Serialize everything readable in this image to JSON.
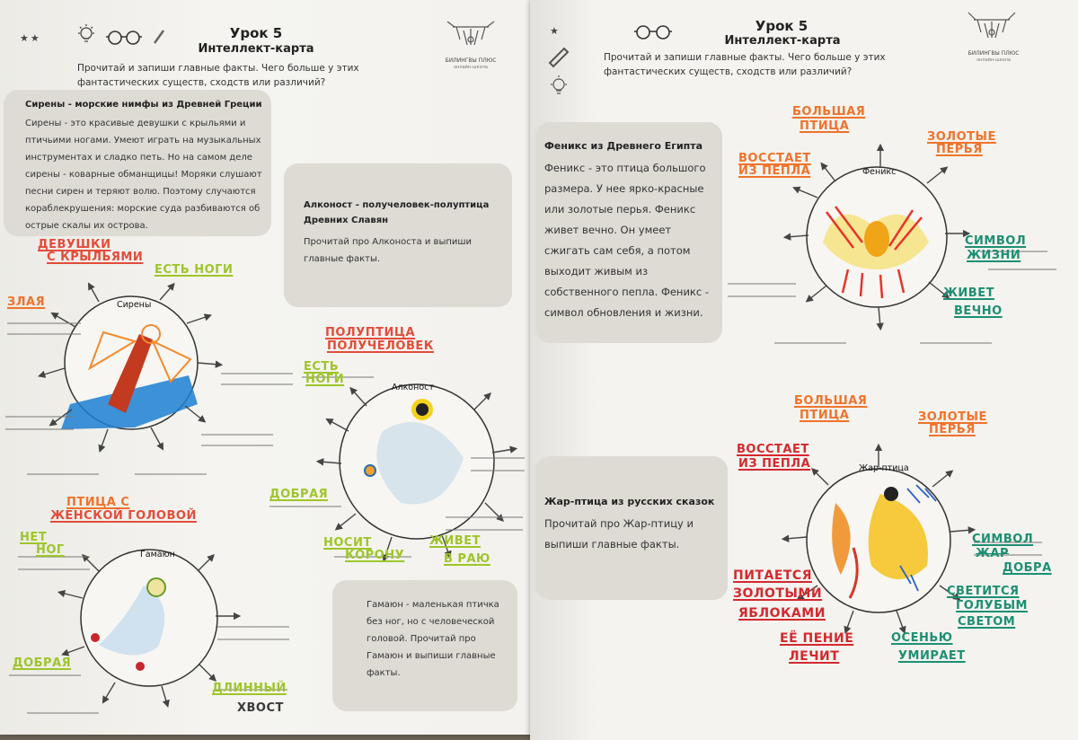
{
  "left": {
    "lesson": "Урок 5",
    "subtitle": "Интеллект-карта",
    "instructions": "Прочитай и запиши главные факты. Чего больше у этих фантастических существ, сходств или различий?",
    "stars": "★★",
    "logo_caption": "БИЛИНГВЫ ПЛЮС",
    "logo_sub": "онлайн-школа",
    "sirens_box": {
      "title": "Сирены - морские нимфы из Древней Греции",
      "text": "Сирены - это красивые девушки с крыльями и птичьими ногами. Умеют играть на музыкальных инструментах и сладко петь. Но на самом деле сирены - коварные обманщицы! Моряки слушают песни сирен и теряют волю. Поэтому случаются кораблекрушения: морские суда разбиваются об острые скалы их острова."
    },
    "alkonost_box": {
      "title": "Алконост - получеловек-полуптица Древних Славян",
      "text": "Прочитай про Алконоста и выпиши главные факты."
    },
    "gamayun_box": {
      "text": "Гамаюн - маленькая птичка без ног, но с человеческой головой. Прочитай про Гамаюн и выпиши главные факты."
    },
    "centers": {
      "sirens": "Сирены",
      "alkonost": "Алконост",
      "gamayun": "Гамаюн"
    },
    "notes": {
      "s1": "Девушки",
      "s2": "с крыльями",
      "s3": "есть ноги",
      "s4": "злая",
      "a1": "полуптица",
      "a2": "получеловек",
      "a3": "есть",
      "a4": "ноги",
      "a5": "добрая",
      "a6": "носит",
      "a7": "корону",
      "a8": "живет",
      "a9": "в раю",
      "g1": "птица с",
      "g2": "женской головой",
      "g3": "нет",
      "g4": "ног",
      "g5": "добрая",
      "g6": "длинный",
      "g7": "хвост"
    }
  },
  "right": {
    "lesson": "Урок 5",
    "subtitle": "Интеллект-карта",
    "instructions": "Прочитай и запиши главные факты. Чего больше у этих фантастических существ, сходств или различий?",
    "stars": "★",
    "logo_caption": "БИЛИНГВЫ ПЛЮС",
    "logo_sub": "онлайн-школа",
    "phoenix_box": {
      "title": "Феникс из Древнего Египта",
      "text": "Феникс - это птица большого размера. У нее ярко-красные или золотые перья. Феникс живет вечно. Он умеет сжигать сам себя, а потом выходит живым из собственного пепла. Феникс - символ обновления и жизни."
    },
    "firebird_box": {
      "title": "Жар-птица из русских сказок",
      "text": "Прочитай про Жар-птицу и выпиши главные факты."
    },
    "centers": {
      "phoenix": "Феникс",
      "firebird": "Жар-птица"
    },
    "notes": {
      "p1": "большая",
      "p2": "птица",
      "p3": "восстает",
      "p4": "из пепла",
      "p5": "золотые",
      "p6": "перья",
      "p7": "символ",
      "p8": "жизни",
      "p9": "живет",
      "p10": "вечно",
      "f1": "большая",
      "f2": "птица",
      "f3": "золотые",
      "f4": "перья",
      "f5": "восстает",
      "f6": "из пепла",
      "f7": "символ",
      "f8": "жар",
      "f9": "добра",
      "f10": "питается",
      "f11": "золотыми",
      "f12": "яблоками",
      "f13": "светится",
      "f14": "голубым",
      "f15": "светом",
      "f16": "её пение",
      "f17": "лечит",
      "f18": "осенью",
      "f19": "умирает"
    }
  }
}
